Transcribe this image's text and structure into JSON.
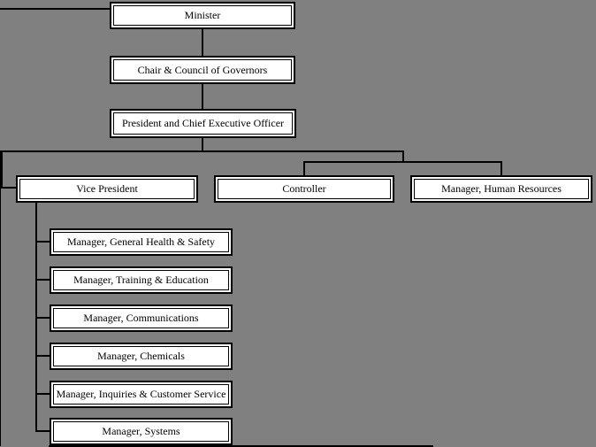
{
  "org_chart": {
    "colors": {
      "background": "#808080",
      "box_fill": "#ffffff",
      "border_and_lines": "#000000"
    },
    "nodes": {
      "minister": "Minister",
      "chair": "Chair & Council of Governors",
      "president": "President and Chief Executive Officer",
      "vice_president": "Vice President",
      "controller": "Controller",
      "manager_hr": "Manager, Human Resources",
      "vp_managers": [
        "Manager, General Health & Safety",
        "Manager, Training & Education",
        "Manager, Communications",
        "Manager, Chemicals",
        "Manager, Inquiries & Customer Service",
        "Manager, Systems"
      ]
    },
    "hierarchy": {
      "label": "Minister",
      "reports": [
        {
          "label": "Chair & Council of Governors",
          "reports": [
            {
              "label": "President and Chief Executive Officer",
              "reports": [
                {
                  "label": "Vice President",
                  "reports": [
                    {
                      "label": "Manager, General Health & Safety"
                    },
                    {
                      "label": "Manager, Training & Education"
                    },
                    {
                      "label": "Manager, Communications"
                    },
                    {
                      "label": "Manager, Chemicals"
                    },
                    {
                      "label": "Manager, Inquiries & Customer Service"
                    },
                    {
                      "label": "Manager, Systems"
                    }
                  ]
                },
                {
                  "label": "Controller"
                },
                {
                  "label": "Manager, Human Resources"
                }
              ]
            }
          ]
        }
      ]
    }
  }
}
